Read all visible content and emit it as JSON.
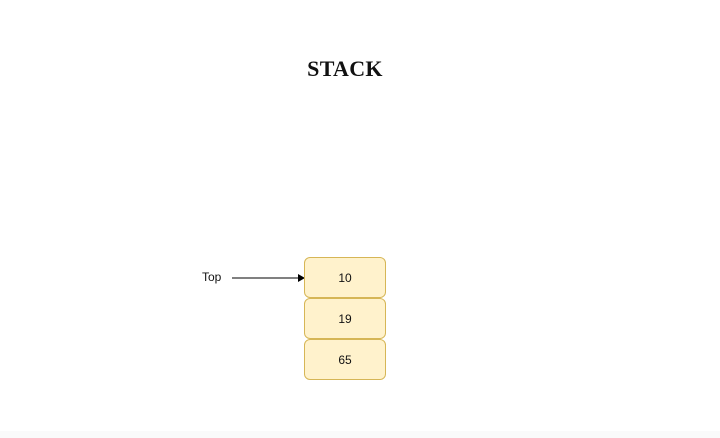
{
  "diagram": {
    "title": "STACK",
    "pointer_label": "Top",
    "stack_items": [
      "10",
      "19",
      "65"
    ],
    "colors": {
      "cell_fill": "#fff2cc",
      "cell_border": "#d6b656",
      "arrow": "#000000"
    }
  }
}
